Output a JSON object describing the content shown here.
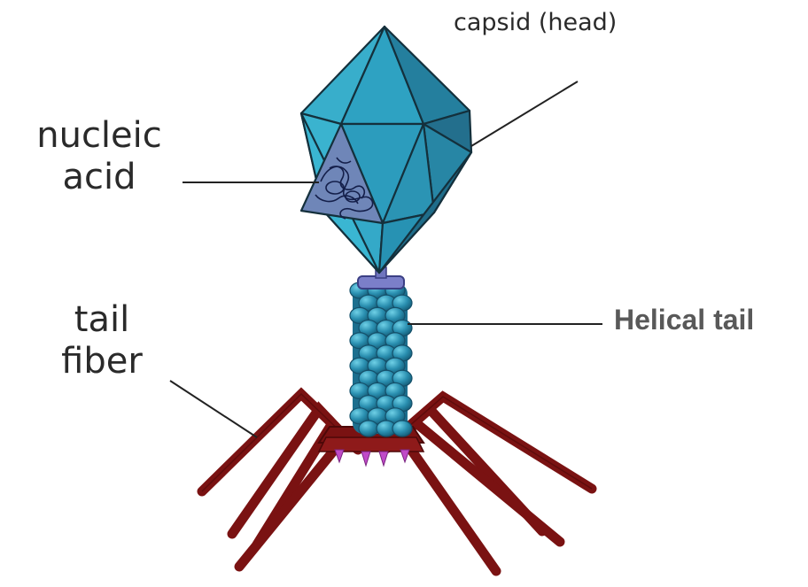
{
  "labels": {
    "capsid": "capsid (head)",
    "nucleic_line1": "nucleic",
    "nucleic_line2": "acid",
    "tail_line1": "tail",
    "tail_line2": "fiber",
    "helical_tail": "Helical tail"
  },
  "colors": {
    "capsid_light": "#3ab3cf",
    "capsid_mid": "#2593b4",
    "capsid_dark": "#1e6f8c",
    "capsid_edge": "#14303c",
    "nucleic_panel": "#6f86b8",
    "collar": "#7b7fc9",
    "tail_bead": "#2a8fb0",
    "tail_bead_edge": "#15506a",
    "fiber": "#7a1212",
    "fiber_edge": "#4d0808",
    "spike": "#c04ac8",
    "leader_line": "#222222"
  }
}
